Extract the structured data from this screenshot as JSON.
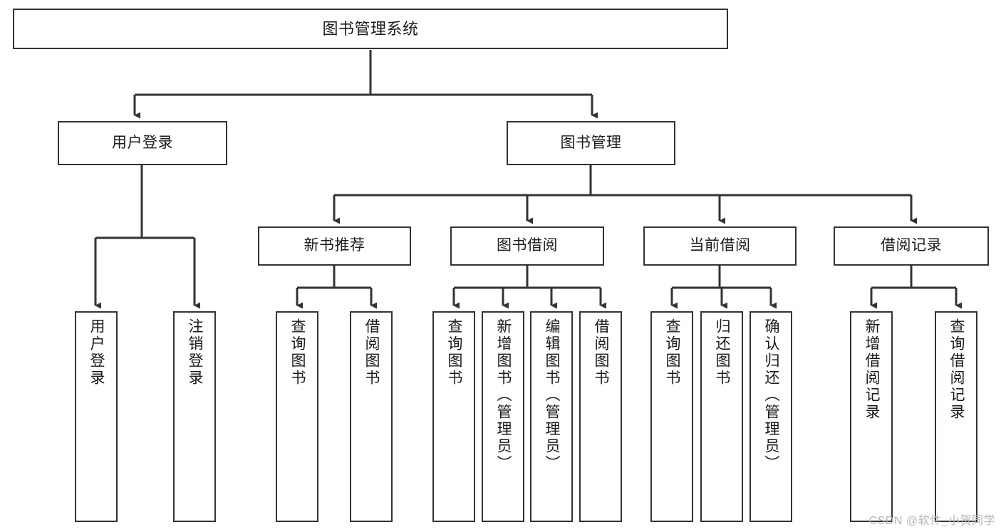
{
  "diagram": {
    "title": "图书管理系统",
    "type": "tree-hierarchy",
    "colors": {
      "stroke": "#333333",
      "box_fill": "#ffffff",
      "text": "#1b1b1b",
      "watermark": "#b5b5b5",
      "background": "#ffffff"
    },
    "root": {
      "label": "图书管理系统"
    },
    "level2": [
      {
        "label": "用户登录"
      },
      {
        "label": "图书管理"
      }
    ],
    "level3": [
      {
        "label": "新书推荐"
      },
      {
        "label": "图书借阅"
      },
      {
        "label": "当前借阅"
      },
      {
        "label": "借阅记录"
      }
    ],
    "leaves": {
      "user_login": [
        {
          "label": "用户登录"
        },
        {
          "label": "注销登录"
        }
      ],
      "new_book_recommend": [
        {
          "label": "查询图书"
        },
        {
          "label": "借阅图书"
        }
      ],
      "book_borrow": [
        {
          "label": "查询图书"
        },
        {
          "label": "新增图书（管理员）"
        },
        {
          "label": "编辑图书（管理员）"
        },
        {
          "label": "借阅图书"
        }
      ],
      "current_borrow": [
        {
          "label": "查询图书"
        },
        {
          "label": "归还图书"
        },
        {
          "label": "确认归还（管理员）"
        }
      ],
      "borrow_record": [
        {
          "label": "新增借阅记录"
        },
        {
          "label": "查询借阅记录"
        }
      ]
    },
    "watermark": "CSDN @软件_小贺同学"
  }
}
